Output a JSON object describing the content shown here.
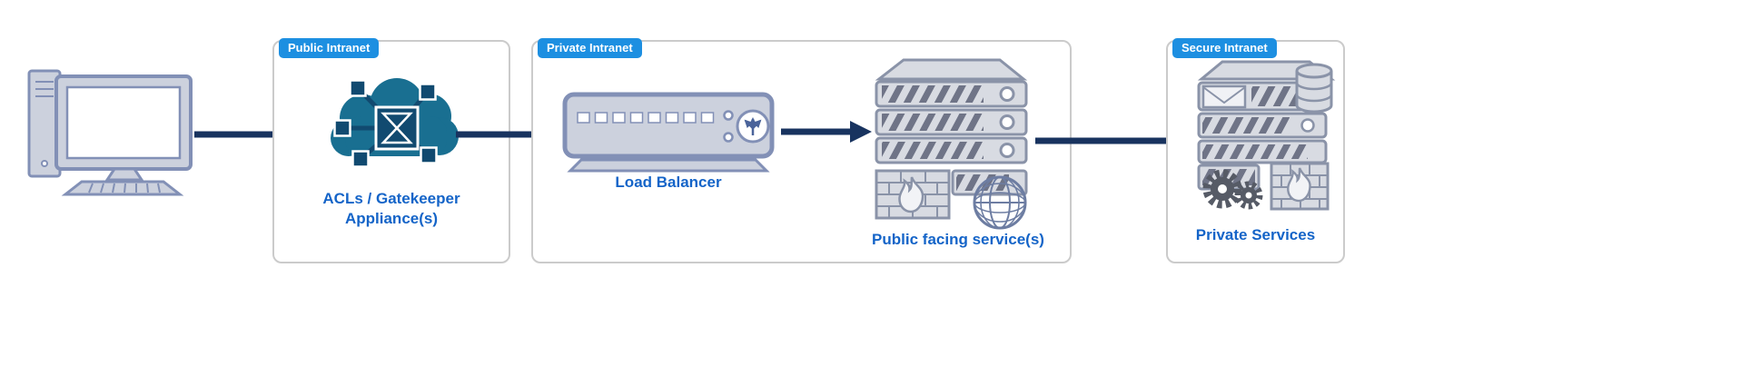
{
  "colors": {
    "tag_blue": "#1d8fe1",
    "caption_blue": "#1464c8",
    "arrow_navy": "#18335f",
    "zone_border": "#cbcbcb",
    "cloud_teal": "#196f91",
    "node_navy": "#114a70",
    "device_fill": "#ccd1dd",
    "device_stroke": "#8290b6",
    "server_fill": "#d8dbe2",
    "server_stroke": "#8a93a8",
    "hatch_dark": "#6f7487",
    "gear_dark": "#565b66"
  },
  "client": {
    "icon": "desktop-computer-icon"
  },
  "zones": [
    {
      "tag": "Public Intranet",
      "caption_line1": "ACLs / Gatekeeper",
      "caption_line2": "Appliance(s)",
      "icon": "acl-gatekeeper-cloud-icon"
    },
    {
      "tag": "Private Intranet",
      "nodes": [
        {
          "caption": "Load Balancer",
          "icon": "load-balancer-icon"
        },
        {
          "caption": "Public facing service(s)",
          "icon": "server-stack-firewall-globe-icon"
        }
      ]
    },
    {
      "tag": "Secure Intranet",
      "caption": "Private Services",
      "icon": "private-services-stack-icon"
    }
  ],
  "arrows": [
    "client-to-public-intranet",
    "gatekeeper-to-load-balancer",
    "load-balancer-to-public-services",
    "private-intranet-to-secure-intranet"
  ]
}
